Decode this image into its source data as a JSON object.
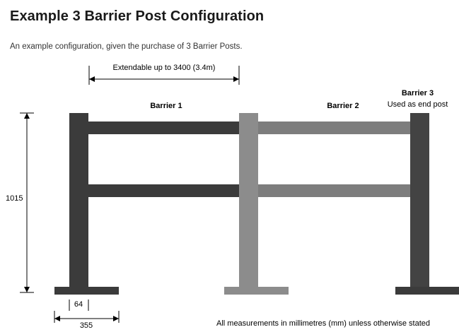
{
  "title": "Example 3 Barrier Post Configuration",
  "subtitle": "An example configuration, given the purchase of 3 Barrier Posts.",
  "labels": {
    "extendable": "Extendable up to 3400 (3.4m)",
    "barrier1": "Barrier 1",
    "barrier2": "Barrier 2",
    "barrier3_line1": "Barrier 3",
    "barrier3_line2": "Used as end post",
    "height": "1015",
    "post_width": "64",
    "base_width": "355"
  },
  "footnote": "All measurements in millimetres (mm) unless otherwise stated",
  "colors": {
    "post_dark": "#3b3b3b",
    "post_mid": "#8c8c8c",
    "rail_dark": "#3b3b3b",
    "rail_mid": "#7d7d7d",
    "text": "#000000",
    "title": "#1a1a1a"
  }
}
